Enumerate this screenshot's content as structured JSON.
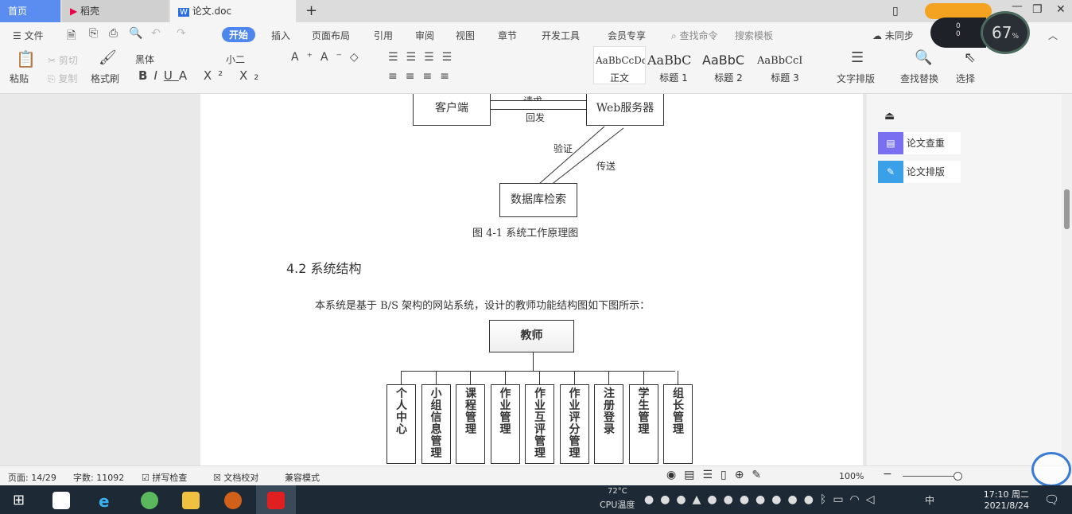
{
  "tabs": [
    {
      "label": "首页"
    },
    {
      "label": "稻壳"
    },
    {
      "label": "论文.doc"
    }
  ],
  "menu": {
    "file": "文件",
    "items": [
      "开始",
      "插入",
      "页面布局",
      "引用",
      "审阅",
      "视图",
      "章节",
      "开发工具",
      "会员专享"
    ],
    "search": "查找命令",
    "search2": "搜索模板",
    "sync": "未同步"
  },
  "ribbon": {
    "paste": "粘贴",
    "cut": "剪切",
    "copy": "复制",
    "format_painter": "格式刷",
    "font": "黑体",
    "size": "小二",
    "styles": [
      {
        "preview": "AaBbCcDd",
        "label": "正文"
      },
      {
        "preview": "AaBbC",
        "label": "标题 1"
      },
      {
        "preview": "AaBbC",
        "label": "标题 2"
      },
      {
        "preview": "AaBbCcI",
        "label": "标题 3"
      }
    ],
    "text_layout": "文字排版",
    "find_replace": "查找替换",
    "select": "选择"
  },
  "widget": {
    "percent": "67",
    "unit": "%",
    "up": "0",
    "down": "0"
  },
  "diagram": {
    "client": "客户端",
    "server": "Web服务器",
    "request": "请求",
    "reply": "回发",
    "verify": "验证",
    "transfer": "传送",
    "db": "数据库检索",
    "caption": "图 4-1 系统工作原理图"
  },
  "section": {
    "heading": "4.2 系统结构",
    "paragraph": "本系统是基于 B/S 架构的网站系统，设计的教师功能结构图如下图所示："
  },
  "org": {
    "root": "教师",
    "children": [
      "个人中心",
      "小组信息管理",
      "课程管理",
      "作业管理",
      "作业互评管理",
      "作业评分管理",
      "注册登录",
      "学生管理",
      "组长管理"
    ]
  },
  "rightpanel": {
    "items": [
      "论文查重",
      "论文排版"
    ]
  },
  "status": {
    "page": "页面: 14/29",
    "words": "字数: 11092",
    "spell": "拼写检查",
    "proof": "文档校对",
    "compat": "兼容模式",
    "zoom": "100%"
  },
  "taskbar": {
    "time": "17:10 周二",
    "date": "2021/8/24",
    "cpu_temp": "72°C",
    "cpu_label": "CPU温度",
    "ime": "中"
  }
}
